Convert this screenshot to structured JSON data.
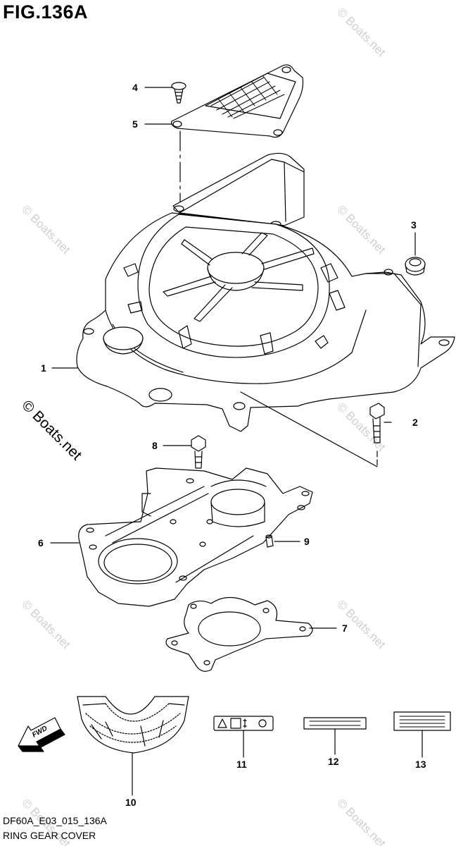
{
  "figure": {
    "title": "FIG.136A",
    "code": "DF60A_E03_015_136A",
    "name": "RING GEAR COVER"
  },
  "callouts": [
    "1",
    "2",
    "3",
    "4",
    "5",
    "6",
    "7",
    "8",
    "9",
    "10",
    "11",
    "12",
    "13"
  ],
  "fwd_label": "FWD",
  "watermark": "© Boats.net",
  "colors": {
    "line": "#000000",
    "watermark": "#cfcfcf",
    "background": "#ffffff"
  }
}
